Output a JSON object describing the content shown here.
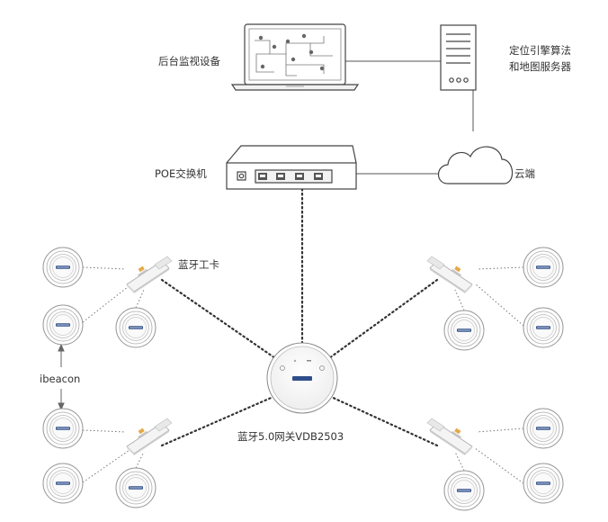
{
  "labels": {
    "monitor": "后台监视设备",
    "server_line1": "定位引擎算法",
    "server_line2": "和地图服务器",
    "switch": "POE交换机",
    "cloud": "云端",
    "badge": "蓝牙工卡",
    "ibeacon": "ibeacon",
    "gateway": "蓝牙5.0网关VDB2503"
  },
  "colors": {
    "line": "#555555",
    "outline": "#444444",
    "dots": "#333333",
    "beacon_ring": "#999999"
  },
  "icons": {
    "monitor": "laptop-icon",
    "server": "server-tower-icon",
    "cloud": "cloud-icon",
    "switch": "poe-switch-icon",
    "gateway": "bluetooth-gateway-icon",
    "badge": "bluetooth-badge-icon",
    "beacon": "ibeacon-icon"
  }
}
